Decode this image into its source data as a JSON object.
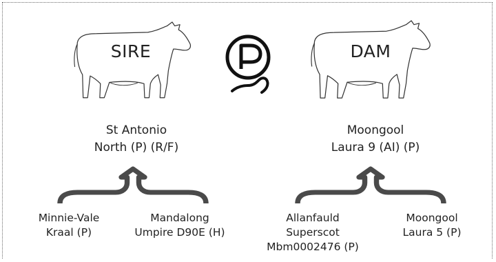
{
  "sire": {
    "label": "SIRE",
    "name_line1": "St Antonio",
    "name_line2": "North (P) (R/F)",
    "parents": [
      {
        "line1": "Minnie-Vale",
        "line2": "Kraal (P)"
      },
      {
        "line1": "Mandalong",
        "line2": "Umpire D90E (H)"
      }
    ]
  },
  "dam": {
    "label": "DAM",
    "name_line1": "Moongool",
    "name_line2": "Laura 9 (AI) (P)",
    "parents": [
      {
        "line1": "Allanfauld",
        "line2": "Superscot",
        "line3": "Mbm0002476 (P)"
      },
      {
        "line1": "Moongool",
        "line2": "Laura 5 (P)"
      }
    ]
  },
  "icons": {
    "center": "poll-symbol-icon",
    "sire_cow": "cow-outline-icon",
    "dam_cow": "cow-outline-icon",
    "sire_brace": "brace-arrow-up-icon",
    "dam_brace": "brace-arrow-up-icon"
  },
  "colors": {
    "brace": "#4a4a4a",
    "outline": "#333333",
    "border": "#6a6a6a"
  }
}
